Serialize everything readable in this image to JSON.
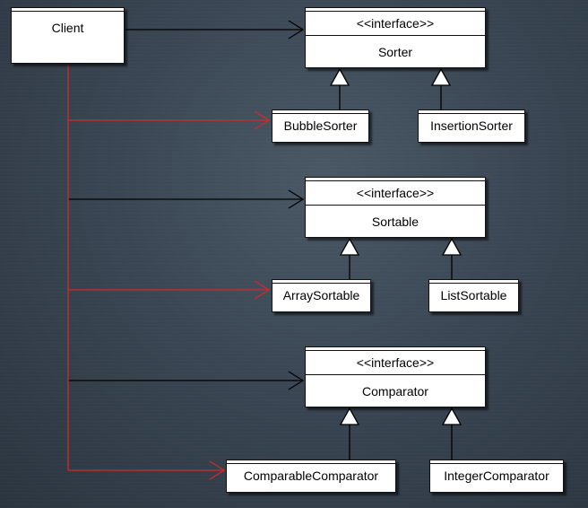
{
  "diagram": {
    "client": {
      "name": "Client"
    },
    "groups": [
      {
        "interface": {
          "stereotype": "<<interface>>",
          "name": "Sorter"
        },
        "implementations": [
          {
            "name": "BubbleSorter"
          },
          {
            "name": "InsertionSorter"
          }
        ]
      },
      {
        "interface": {
          "stereotype": "<<interface>>",
          "name": "Sortable"
        },
        "implementations": [
          {
            "name": "ArraySortable"
          },
          {
            "name": "ListSortable"
          }
        ]
      },
      {
        "interface": {
          "stereotype": "<<interface>>",
          "name": "Comparator"
        },
        "implementations": [
          {
            "name": "ComparableComparator"
          },
          {
            "name": "IntegerComparator"
          }
        ]
      }
    ],
    "colors": {
      "association": "#000000",
      "creation": "#d22a2a",
      "background": "#37424e"
    }
  }
}
